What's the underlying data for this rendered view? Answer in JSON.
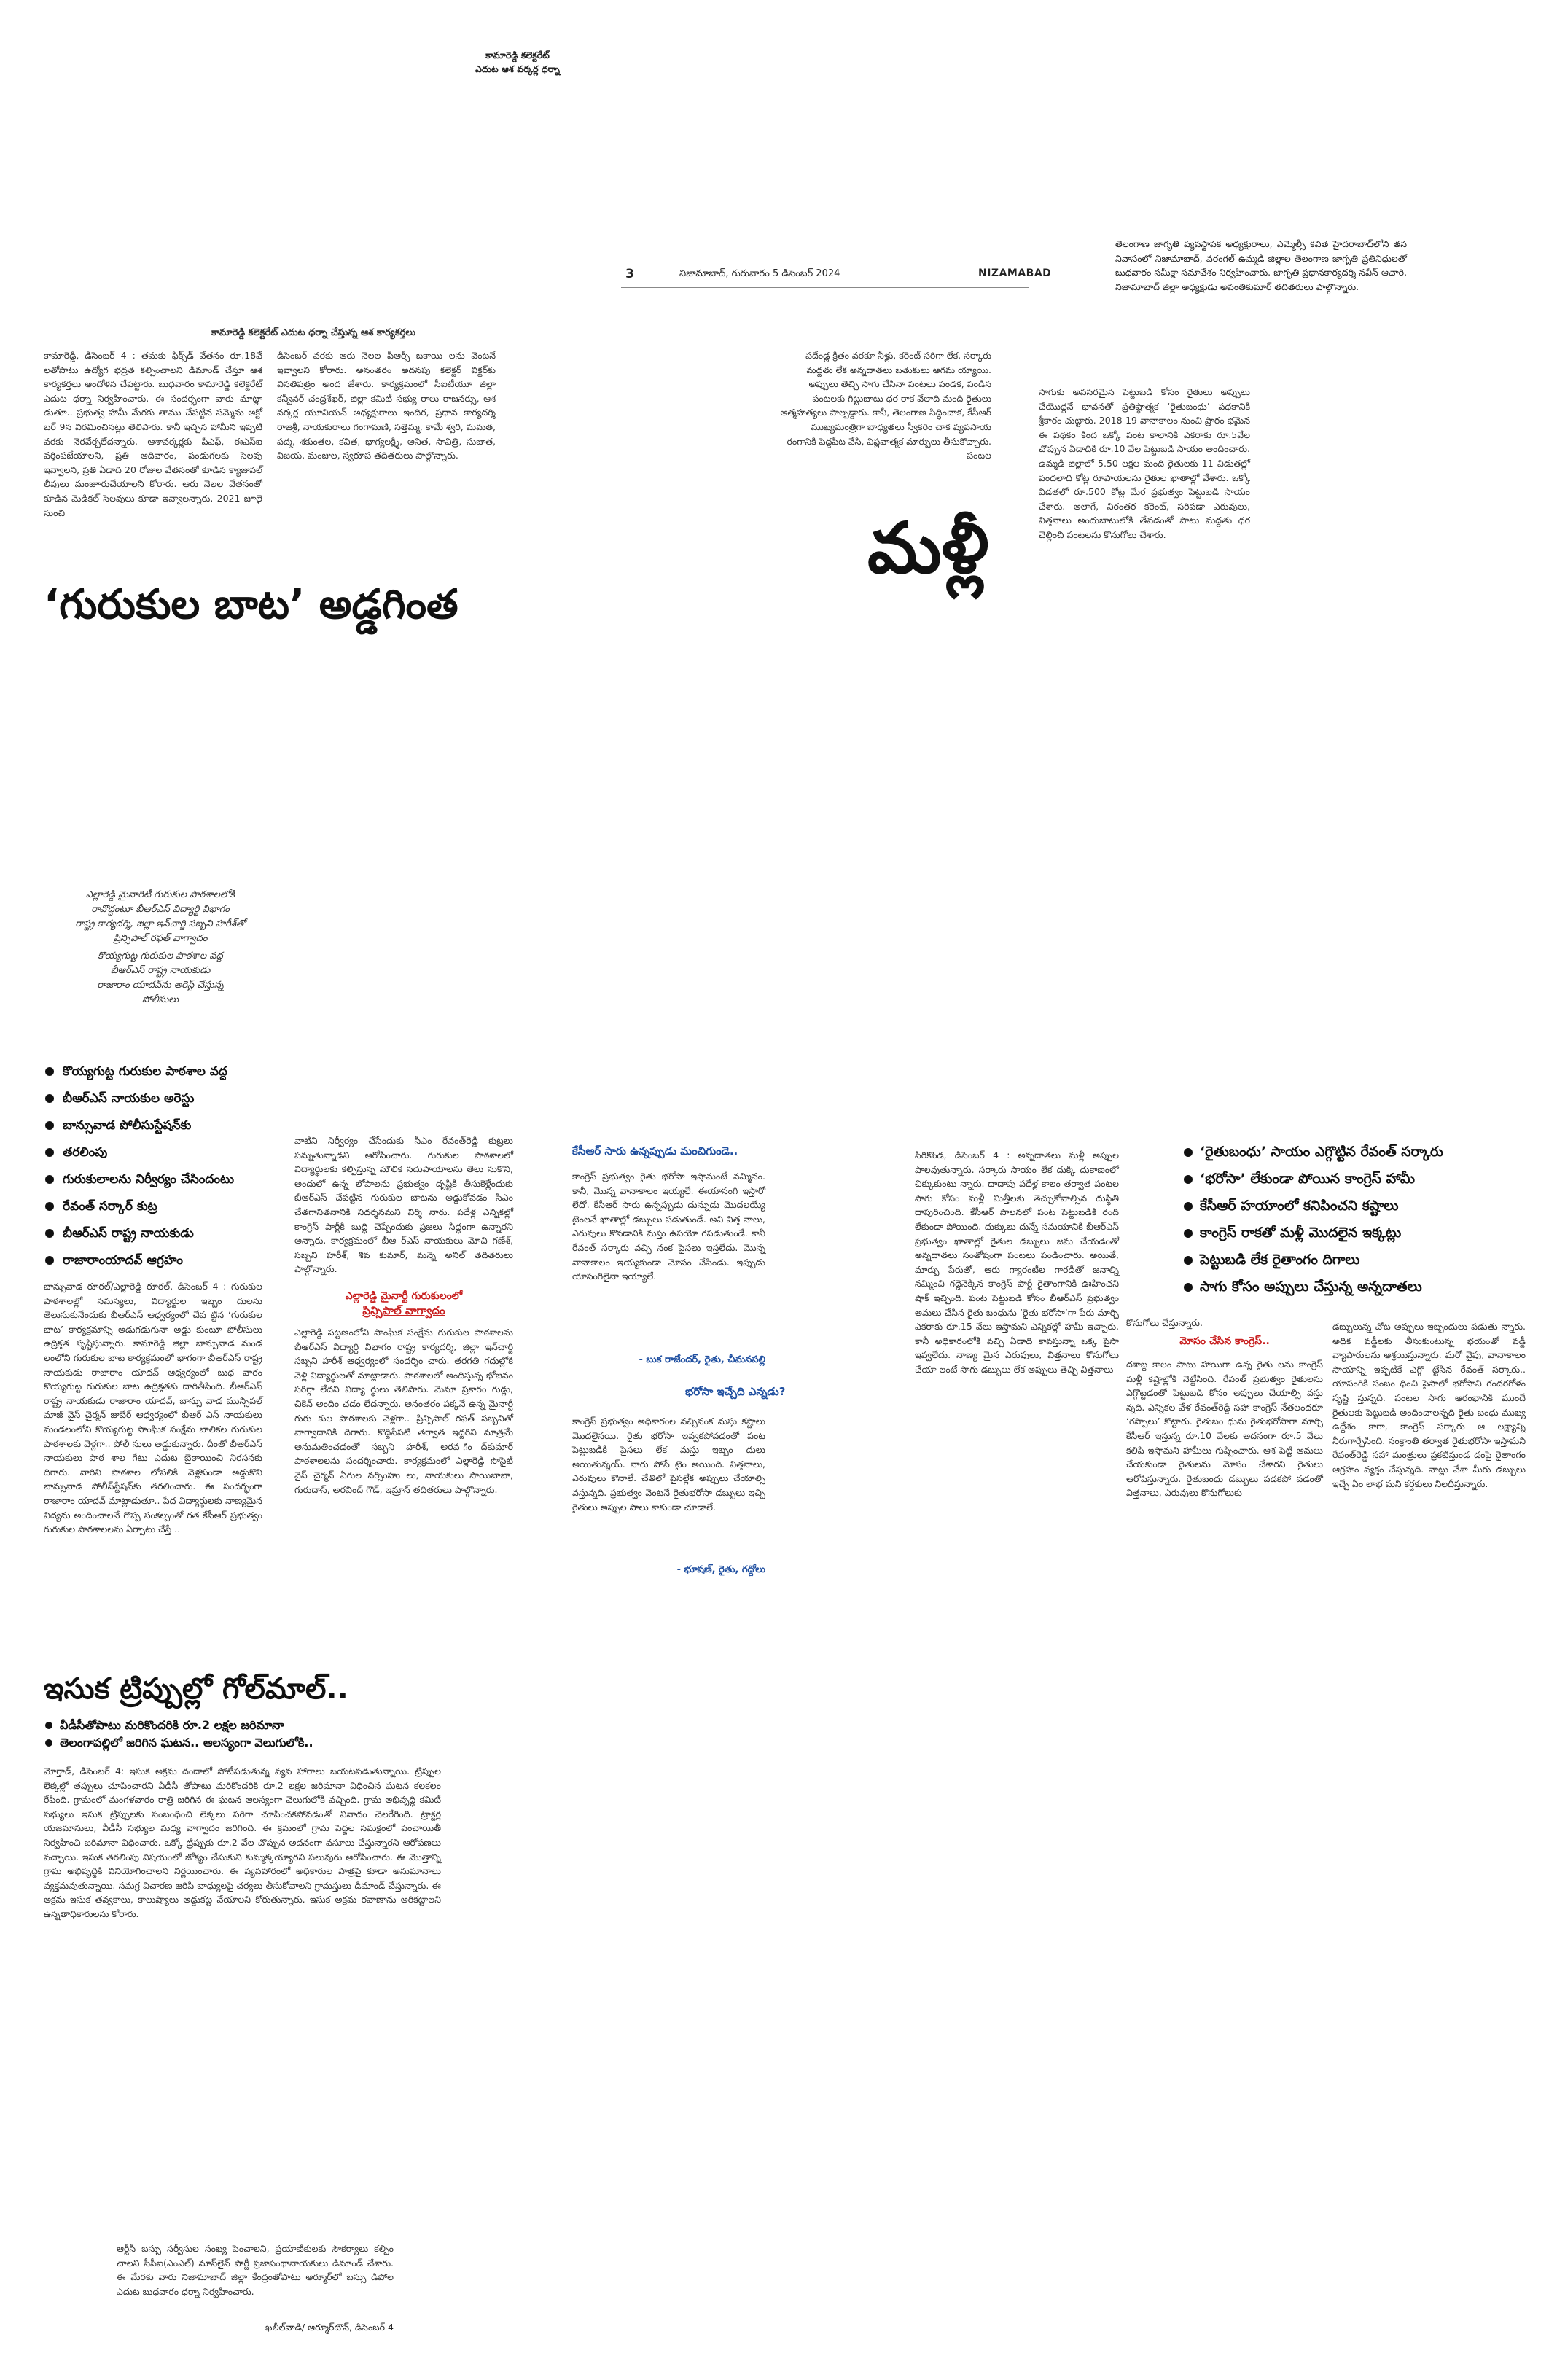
{
  "top_caption": {
    "line1": "కామారెడ్డి కలెక్టరేట్",
    "line2": "ఎదుట ఆశ వర్కర్ల ధర్నా"
  },
  "masthead": {
    "page_no": "3",
    "date": "నిజామాబాద్, గురువారం 5 డిసెంబర్ 2024",
    "section": "NIZAMABAD"
  },
  "top_right_caption": "తెలంగాణ జాగృతి వ్యవస్థాపక అధ్యక్షురాలు, ఎమ్మెల్సీ కవిత హైదరాబాద్‌లోని తన నివాసంలో నిజామాబాద్, వరంగల్ ఉమ్మడి జిల్లాల తెలంగాణ జాగృతి ప్రతినిధులతో బుధవారం సమీక్షా సమావేశం నిర్వహించారు. జాగృతి ప్రధానకార్యదర్శి నవీన్ ఆచారి, నిజామాబాద్ జిల్లా అధ్యక్షుడు అవంతికుమార్ తదితరులు పాల్గొన్నారు.",
  "asha": {
    "kicker": "కామారెడ్డి కలెక్టరేట్ ఎదుట ధర్నా చేస్తున్న ఆశ కార్యకర్తలు",
    "col1": "కామారెడ్డి, డిసెంబర్ 4 : తమకు ఫిక్స్‌డ్ వేతనం రూ.18వే లతోపాటు ఉద్యోగ భద్రత కల్పించాలని డిమాండ్ చేస్తూ ఆశ కార్యకర్తలు ఆందోళన చేపట్టారు. బుధవారం కామారెడ్డి కలెక్టరేట్ ఎదుట ధర్నా నిర్వహించారు. ఈ సందర్భంగా వారు మాట్లా డుతూ.. ప్రభుత్వ హామీ మేరకు తాము చేపట్టిన సమ్మెను అక్టో బర్ 9న విరమించినట్లు తెలిపారు. కానీ ఇచ్చిన హామీని ఇప్పటి వరకు నెరవేర్చలేదన్నారు. ఆశావర్కర్లకు పీఎఫ్, ఈఎస్‌ఐ వర్తింపజేయాలని, ప్రతి ఆదివారం, పండుగలకు సెలవు ఇవ్వాలని, ప్రతి ఏడాది 20 రోజుల వేతనంతో కూడిన క్యాజువల్ లీవులు మంజూరుచేయాలని కోరారు. ఆరు నెలల వేతనంతో కూడిన మెడికల్ సెలవులు కూడా ఇవ్వాలన్నారు. 2021 జూలై నుంచి",
    "col2": "డిసెంబర్ వరకు ఆరు నెలల పీఆర్సీ బకాయి లను వెంటనే ఇవ్వాలని కోరారు. అనంతరం అదనపు కలెక్టర్ విక్టర్‌కు వినతిపత్రం అంద జేశారు. కార్యక్రమంలో సీఐటీయూ జిల్లా కన్వీనర్ చంద్రశేఖర్, జిల్లా కమిటీ సభ్యు రాలు రాజనర్సు, ఆశ వర్కర్ల యూనియన్ అధ్యక్షురాలు ఇందిర, ప్రధాన కార్యదర్శి రాజశ్రీ, నాయకురాలు గంగామణి, సత్తెమ్మ, కామే శ్వరి, మమత, పద్మ, శకుంతల, కవిత, భాగ్యలక్ష్మి, అనిత, సావిత్రి, సుజాత, విజయ, మంజుల, స్వరూప తదితరులు పాల్గొన్నారు."
  },
  "gurukula": {
    "headline": "‘గురుకుల బాట’ అడ్డగింత",
    "caption": [
      "ఎల్లారెడ్డి మైనారిటీ గురుకుల పాఠశాలలోకి",
      "రావొద్దంటూ బీఆర్‌ఎస్ విద్యార్థి విభాగం",
      "రాష్ట్ర కార్యదర్శి, జిల్లా ఇన్‌చార్జి సబ్బని హరీశ్‌తో",
      "ప్రిన్సిపాల్ రఫత్ వాగ్వాదం",
      "కొయ్యగుట్ట గురుకుల పాఠశాల వద్ద",
      "బీఆర్‌ఎస్ రాష్ట్ర నాయకుడు",
      "రాజారాం యాదవ్‌ను అరెస్ట్ చేస్తున్న",
      "పోలీసులు"
    ],
    "bullets": [
      "కొయ్యగుట్ట గురుకుల పాఠశాల వద్ద",
      "బీఆర్‌ఎస్ నాయకుల అరెస్టు",
      "బాన్సువాడ పోలీసుస్టేషన్‌కు",
      "తరలింపు",
      "గురుకులాలను నిర్వీర్యం చేసిందంటు",
      "రేవంత్ సర్కార్ కుట్ర",
      "బీఆర్‌ఎస్ రాష్ట్ర నాయకుడు",
      "రాజారాంయాదవ్ ఆగ్రహం"
    ],
    "col1": "బాన్సువాడ రూరల్/ఎల్లారెడ్డి రూరల్, డిసెంబర్ 4 : గురుకుల పాఠశాలల్లో సమస్యలు, విద్యార్థుల ఇబ్బం దులను తెలుసుకునేందుకు బీఆర్‌ఎస్ ఆధ్వర్యంలో చేప ట్టిన ‘గురుకుల బాట’ కార్యక్రమాన్ని అడుగడుగునా అడ్డు కుంటూ పోలీసులు ఉద్రిక్తత సృష్టిస్తున్నారు. కామారెడ్డి జిల్లా బాన్సువాడ మండ లంలోని గురుకుల బాట కార్యక్రమంలో భాగంగా బీఆర్‌ఎస్ రాష్ట్ర నాయకుడు రాజారాం యాదవ్ ఆధ్వర్యంలో బుధ వారం కొయ్యగుట్ట గురుకుల బాట ఉద్రిక్తతకు దారితీసింది. బీఆర్‌ఎస్ రాష్ట్ర నాయకుడు రాజారాం యాదవ్, బాన్సు వాడ మున్సిపల్ మాజీ వైస్ చైర్మన్ జుబేర్ ఆధ్వర్యంలో బీఆర్ ఎస్ నాయకులు మండలంలోని కొయ్యగుట్ట సాంఘిక సంక్షేమ బాలికల గురుకుల పాఠశాలకు వెళ్లగా.. పోలీ సులు అడ్డుకున్నారు. దీంతో బీఆర్‌ఎస్ నాయకులు పాఠ శాల గేటు ఎదుట బైఠాయించి నిరసనకు దిగారు. వారిని పాఠశాల లోపలికి వెళ్లకుండా అడ్డుకొని బాన్సువాడ పోలీస్‌స్టేషన్‌కు తరలించారు. ఈ సందర్భంగా రాజారాం యాదవ్ మాట్లాడుతూ.. పేద విద్యార్థులకు నాణ్యమైన విద్యను అందించాలనే గొప్ప సంకల్పంతో గత కేసీఆర్ ప్రభుత్వం గురుకుల పాఠశాలలను ఏర్పాటు చేస్తే ..",
    "col2": "వాటిని నిర్వీర్యం చేసేందుకు సీఎం రేవంత్‌రెడ్డి కుట్రలు పన్నుతున్నాడని ఆరోపించారు. గురుకుల పాఠశాలలో విద్యార్థులకు కల్పిస్తున్న మౌలిక సదుపాయాలను తెలు సుకొని, అందులో ఉన్న లోపాలను ప్రభుత్వం దృష్టికి తీసుకెళ్లేందుకు బీఆర్‌ఎస్ చేపట్టిన గురుకుల బాటను అడ్డుకోవడం సీఎం చేతగానితనానికి నిదర్శనమని విర్శి నారు. పదేళ్ల ఎన్నికల్లో కాంగ్రెస్ పార్టీకి బుద్ధి చెప్పేందుకు ప్రజలు సిద్ధంగా ఉన్నారని అన్నారు. కార్యక్రమంలో బీఆ ర్‌ఎస్ నాయకులు మోచి గణేశ్, సబ్బని హరీశ్, శివ కుమార్, మన్నె అనిల్ తదితరులు పాల్గొన్నారు.",
    "subhead1": "ఎల్లారెడ్డి మైనార్టీ గురుకులంలో",
    "subhead2": "ప్రిన్సిపాల్ వాగ్వాదం",
    "col2b": "ఎల్లారెడ్డి పట్టణంలోని సాంఘిక సంక్షేమ గురుకుల పాఠశాలను బీఆర్‌ఎస్ విద్యార్థి విభాగం రాష్ట్ర కార్యదర్శి, జిల్లా ఇన్‌చార్జి సబ్బని హరీశ్ ఆధ్వర్యంలో సందర్శిం చారు. తరగతి గదుల్లోకి వెళ్లి విద్యార్థులతో మాట్లాడారు. పాఠశాలలో అందిస్తున్న భోజనం సరిగ్గా లేదని విద్యా ర్థులు తెలిపారు. మెనూ ప్రకారం గుడ్లు, చికెన్ అందిం చడం లేదన్నారు. అనంతరం పక్కనే ఉన్న మైనార్టీ గురు కుల పాఠశాలకు వెళ్లగా.. ప్రిన్సిపాల్ రఫత్ సబ్బనితో వాగ్వాదానికి దిగారు. కొద్దిసేపటి తర్వాత ఇద్దరిని మాత్రమే అనుమతించడంతో సబ్బని హరీశ్, అరవ ింద్‌కుమార్ పాఠశాలలను సందర్శించారు. కార్యక్రమంలో ఎల్లారెడ్డి సొసైటీ వైస్ చైర్మన్ ఏగుల నర్సింహు లు, నాయకులు సాయిబాబా, గురుదాస్, అరవింద్ గౌడ్, ఇమ్రాన్ తదితరులు పాల్గొన్నారు."
  },
  "malli": {
    "headline": "మళ్లీ",
    "left_col": "పదేండ్ల క్రితం వరకూ నీళ్లు, కరెంట్ సరిగా లేక, సర్కారు మద్దతు లేక అన్నదాతలు బతుకులు ఆగమ య్యాయి. అప్పులు తెచ్చి సాగు చేసినా పంటలు పండక, పండిన పంటలకు గిట్టుబాటు ధర రాక వేలాది మంది రైతులు ఆత్మహత్యలు పాల్పడ్డారు. కానీ, తెలంగాణ సిద్ధించాక, కేసీఆర్ ముఖ్యమంత్రిగా బాధ్యతలు స్వీకరిం చాక వ్యవసాయ రంగానికి పెద్దపీట వేసి, విప్లవాత్మక మార్పులు తీసుకొచ్చారు. పంటల",
    "right_col": "సాగుకు అవసరమైన పెట్టుబడి కోసం రైతులు అప్పులు చేయొద్దనే భావనతో ప్రతిష్ఠాత్మక ‘రైతుబంధు’ పథకానికి శ్రీకారం చుట్టారు. 2018-19 వానాకాలం నుంచి ప్రారం భమైన ఈ పథకం కింద ఒక్కో పంట కాలానికి ఎకరాకు రూ.5వేల చొప్పున ఏడాదికి రూ.10 వేల పెట్టుబడి సాయం అందించారు. ఉమ్మడి జిల్లాలో 5.50 లక్షల మంది రైతులకు 11 విడుతల్లో వందలాది కోట్ల రూపాయలను రైతుల ఖాతాల్లో వేశారు. ఒక్కో విడతలో రూ.500 కోట్ల మేర ప్రభుత్వం పెట్టుబడి సాయం చేశారు. అలాగే, నిరంతర కరెంట్, సరిపడా ఎరువులు, విత్తనాలు అందుబాటులోకి తేవడంతో పాటు మద్దతు ధర చెల్లించి పంటలను కొనుగోలు చేశారు.",
    "quote1_title": "కేసీఆర్ సారు ఉన్నప్పుడు మంచిగుండె..",
    "quote1_text": "కాంగ్రెస్ ప్రభుత్వం రైతు భరోసా ఇస్తామంటే నమ్మినం. కానీ, మొన్న వానాకాలం ఇయ్యలే. ఈయాసంగి ఇస్తారో లేదో. కేసీఆర్ సారు ఉన్నప్పుడు దున్నుడు మొదలయ్యే టైంలనే ఖాతాల్లో డబ్బులు పడుతుండే. అవి విత్త నాలు, ఎరువులు కొనడానికి మస్తు ఉపయో గపడుతుండే. కానీ రేవంత్ సర్కారు వచ్చి నంక పైసలు ఇస్తలేదు. మొన్న వానాకాలం ఇయ్యకుండా మోసం చేసిండు. ఇప్పుడు యాసంగిలైనా ఇయ్యాలే.",
    "quote1_author": "- బుక రాజేందర్, రైతు, చీమనపల్లి",
    "quote2_title": "భరోసా ఇచ్చేది ఎన్నడు?",
    "quote2_text": "కాంగ్రెస్ ప్రభుత్వం అధికారంల వచ్చినంక మస్తు కష్టాలు మొదలైనయి. రైతు భరోసా ఇవ్వకపోవడంతో పంట పెట్టుబడికి పైసలు లేక మస్తు ఇబ్బం దులు అయితున్నయ్. నారు పోసే టైం అయింది. విత్తనాలు, ఎరువులు కొనాలే. చేతిలో పైసల్లేక అప్పులు చేయాల్సి వస్తున్నది. ప్రభుత్వం వెంటనే రైతుభరోసా డబ్బులు ఇచ్చి రైతులు అప్పుల పాలు కాకుండా చూడాలే.",
    "quote2_author": "- భూషణ్, రైతు, గద్దోలు",
    "body_col1": "సిరికొండ, డిసెంబర్ 4 : అన్నదాతలు మళ్లీ అప్పుల పాలవుతున్నారు. సర్కారు సాయం లేక దుక్కి దుకాణంలో చిక్కుకుంటు న్నారు. దాదాపు పదేళ్ల కాలం తర్వాత పంటల సాగు కోసం మళ్లీ మిత్తీలకు తెచ్చుకోవాల్సిన దుస్థితి దాపురించింది. కేసీఆర్ పాలనలో పంట పెట్టుబడికి రంది లేకుండా పోయింది. దుక్కులు దున్నే సమయానికి బీఆర్‌ఎస్ ప్రభుత్వం ఖాతాల్లో రైతుల డబ్బులు జమ చేయడంతో అన్నదాతలు సంతోషంగా పంటలు పండించారు. అయితే, మార్పు పేరుతో, ఆరు గ్యారంటీల గారడీతో జనాల్ని నమ్మించి గద్దెనెక్కిన కాంగ్రెస్ పార్టీ రైతాంగానికి ఊహించని షాక్ ఇచ్చింది. పంట పెట్టుబడి కోసం బీఆర్‌ఎస్ ప్రభుత్వం అమలు చేసిన రైతు బంధును ‘రైతు భరోసా’గా పేరు మార్చి ఎకరాకు రూ.15 వేలు ఇస్తామని ఎన్నికల్లో హామీ ఇచ్చారు. కానీ అధికారంలోకి వచ్చి ఏడాది కావస్తున్నా ఒక్క పైసా ఇవ్వలేదు. నాణ్య మైన ఎరువులు, విత్తనాలు కొనుగోలు చేయా లంటే సాగు డబ్బులు లేక అప్పులు తెచ్చి విత్తనాలు",
    "body_col2": "కొనుగోలు చేస్తున్నారు.",
    "subhead": "మోసం చేసిన కాంగ్రెస్..",
    "body_col2b": "దశాబ్ద కాలం పాటు హాయిగా ఉన్న రైతు లను కాంగ్రెస్ మళ్లీ కష్టాల్లోకి నెట్టేసింది. రేవంత్ ప్రభుత్వం రైతులను ఎగ్గొట్టడంతో పెట్టుబడి కోసం అప్పులు చేయాల్సి వస్తు న్నది. ఎన్నికల వేళ రేవంత్‌రెడ్డి సహా కాంగ్రెస్ నేతలందరూ ‘గప్పాలు’ కొట్టారు. రైతుబం ధును రైతుభరోసాగా మార్చి కేసీఆర్ ఇస్తున్న రూ.10 వేలకు అదనంగా రూ.5 వేలు కలిపి ఇస్తామని హామీలు గుప్పించారు. ఆశ పెట్టి ఆమలు చేయకుండా రైతులను మోసం చేశారని రైతులు ఆరోపిస్తున్నారు. రైతుబంధు డబ్బులు పడకపో వడంతో విత్తనాలు, ఎరువులు కొనుగోలుకు",
    "body_col3": "డబ్బులున్న చోట అప్పులు ఇబ్బందులు పడుతు న్నారు. అధిక వడ్డీలకు తీసుకుంటున్న భయంతో వడ్డీ వ్యాపారులను ఆశ్రయిస్తున్నారు. మరో వైపు, వానాకాలం సాయాన్ని ఇప్పటికే ఎగ్గొ ట్టేసిన రేవంత్ సర్కారు.. యాసంగికి సంబం ధించి పైసాలో భరోసాని గందరగోళం సృష్టి స్తున్నది. పంటల సాగు ఆరంభానికి ముందే రైతులకు పెట్టుబడి అందించాలన్నది రైతు బంధు ముఖ్య ఉద్దేశం కాగా, కాంగ్రెస్ సర్కారు ఆ లక్ష్యాన్ని నీరుగార్చేసింది. సంక్రాంతి తర్వాత రైతుభరోసా ఇస్తామని రేవంత్‌రెడ్డి సహా మంత్రులు ప్రకటిస్తుండ డంపై రైతాంగం ఆగ్రహం వ్యక్తం చేస్తున్నది. నాట్లు వేశా మీరు డబ్బులు ఇచ్చే ఏం లాభ మని కర్షకులు నిలదీస్తున్నారు.",
    "bullets": [
      "‘రైతుబంధు’ సాయం ఎగ్గొట్టిన రేవంత్ సర్కారు",
      "‘భరోసా’ లేకుండా పోయిన కాంగ్రెస్ హామీ",
      "కేసీఆర్ హయాంలో కనిపించని కష్టాలు",
      "కాంగ్రెస్ రాకతో మళ్లీ మొదలైన ఇక్కట్లు",
      "పెట్టుబడి లేక రైతాంగం దిగాలు",
      "సాగు కోసం అప్పులు చేస్తున్న అన్నదాతలు"
    ]
  },
  "isuka": {
    "headline": "ఇసుక ట్రిప్పుల్లో గోల్‌మాల్..",
    "bullets": [
      "వీడీసీతోపాటు మరికొందరికి రూ.2 లక్షల జరిమానా",
      "తెలంగాపల్లిలో జరిగిన ఘటన.. ఆలస్యంగా వెలుగులోకి.."
    ],
    "body": "మోర్తాడ్, డిసెంబర్ 4: ఇసుక అక్రమ దందాలో పోటీపడుతున్న వ్యవ హారాలు బయటపడుతున్నాయి. ట్రిప్పుల లెక్కల్లో తప్పులు చూపించారని వీడీసీ తోపాటు మరికొందరికి రూ.2 లక్షల జరిమానా విధించిన ఘటన కలకలం రేపింది. గ్రామంలో మంగళవారం రాత్రి జరిగిన ఈ ఘటన ఆలస్యంగా వెలుగులోకి వచ్చింది. గ్రామ అభివృద్ధి కమిటీ సభ్యులు ఇసుక ట్రిప్పులకు సంబంధించి లెక్కలు సరిగా చూపించకపోవడంతో వివాదం చెలరేగింది. ట్రాక్టర్ల యజమానులు, వీడీసీ సభ్యుల మధ్య వాగ్వాదం జరిగింది. ఈ క్రమంలో గ్రామ పెద్దల సమక్షంలో పంచాయితీ నిర్వహించి జరిమానా విధించారు. ఒక్కో ట్రిప్పుకు రూ.2 వేల చొప్పున అదనంగా వసూలు చేస్తున్నారని ఆరోపణలు వచ్చాయి. ఇసుక తరలింపు విషయంలో జోక్యం చేసుకుని కుమ్మక్కయ్యారని పలువురు ఆరోపించారు. ఈ మొత్తాన్ని గ్రామ అభివృద్ధికి వినియోగించాలని నిర్ణయించారు. ఈ వ్యవహారంలో అధికారుల పాత్రపై కూడా అనుమానాలు వ్యక్తమవుతున్నాయి. సమగ్ర విచారణ జరిపి బాధ్యులపై చర్యలు తీసుకోవాలని గ్రామస్తులు డిమాండ్ చేస్తున్నారు. ఈ అక్రమ ఇసుక తవ్వకాలు, కాలుష్యాలు అడ్డుకట్ట వేయాలని కోరుతున్నారు. ఇసుక అక్రమ రవాణాను అరికట్టాలని ఉన్నతాధికారులను కోరారు."
  },
  "bottom_caption": {
    "text": "ఆర్టీసీ బస్సు సర్వీసుల సంఖ్య పెంచాలని, ప్రయాణికులకు సౌకర్యాలు కల్పిం చాలని సీపీఐ(ఎంఎల్) మాస్‌లైన్ పార్టీ ప్రజాపంథానాయకులు డిమాండ్ చేశారు. ఈ మేరకు వారు నిజామాబాద్ జిల్లా కేంద్రంతోపాటు ఆర్మూర్‌లో బస్సు డిపోల ఎదుట బుధవారం ధర్నా నిర్వహించారు.",
    "credit": "- ఖలీల్‌వాడి/ ఆర్మూర్‌టౌన్, డిసెంబర్ 4"
  }
}
